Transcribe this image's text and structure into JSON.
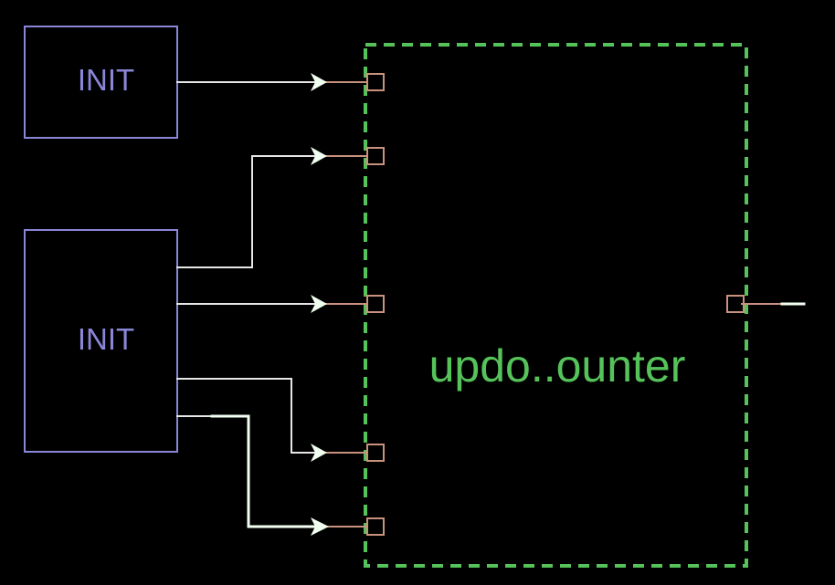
{
  "blocks": [
    {
      "id": "init-1",
      "label": "INIT"
    },
    {
      "id": "init-2",
      "label": "INIT"
    }
  ],
  "module": {
    "label": "updo..ounter"
  },
  "colors": {
    "background": "#000000",
    "init_border": "#8a86d8",
    "init_text": "#8a86d8",
    "module_border": "#56c35a",
    "module_text": "#56c35a",
    "wire": "#e6e6e6",
    "wire_highlight": "#f4fff4",
    "wire_stub": "#c9927f",
    "port": "#c9927f",
    "arrow": "#f0fff0"
  }
}
